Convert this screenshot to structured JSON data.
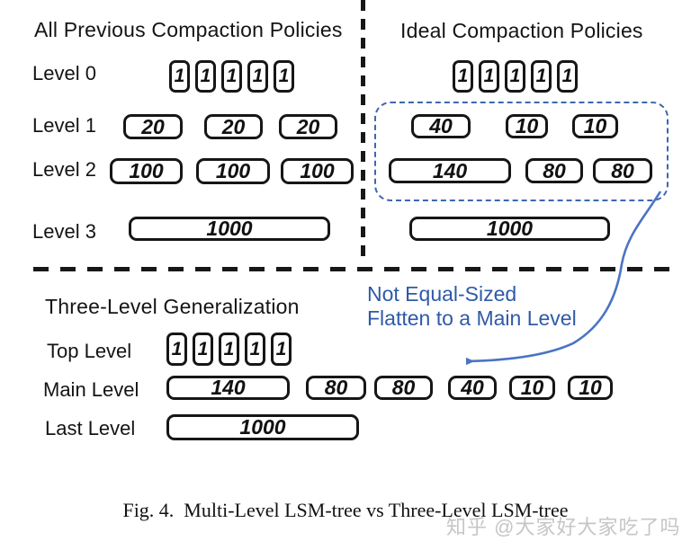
{
  "left_panel": {
    "title": "All Previous Compaction Policies",
    "labels": {
      "l0": "Level 0",
      "l1": "Level 1",
      "l2": "Level 2",
      "l3": "Level 3"
    },
    "level0": [
      "1",
      "1",
      "1",
      "1",
      "1"
    ],
    "level1": [
      "20",
      "20",
      "20"
    ],
    "level2": [
      "100",
      "100",
      "100"
    ],
    "level3": [
      "1000"
    ]
  },
  "right_panel": {
    "title": "Ideal Compaction Policies",
    "level0": [
      "1",
      "1",
      "1",
      "1",
      "1"
    ],
    "level1": [
      "40",
      "10",
      "10"
    ],
    "level2": [
      "140",
      "80",
      "80"
    ],
    "level3": [
      "1000"
    ]
  },
  "bottom_panel": {
    "title": "Three-Level Generalization",
    "labels": {
      "top": "Top Level",
      "main": "Main Level",
      "last": "Last Level"
    },
    "top_level": [
      "1",
      "1",
      "1",
      "1",
      "1"
    ],
    "main_level": [
      "140",
      "80",
      "80",
      "40",
      "10",
      "10"
    ],
    "last_level": [
      "1000"
    ]
  },
  "annotation": {
    "line1": "Not Equal-Sized",
    "line2": "Flatten to a Main Level",
    "text_color": "#2f5aa7",
    "arrow_color": "#4a74c4",
    "group_outline_color": "#3f66b0"
  },
  "caption": "Fig. 4.  Multi-Level LSM-tree vs Three-Level LSM-tree",
  "watermark": "知乎 @大家好大家吃了吗"
}
